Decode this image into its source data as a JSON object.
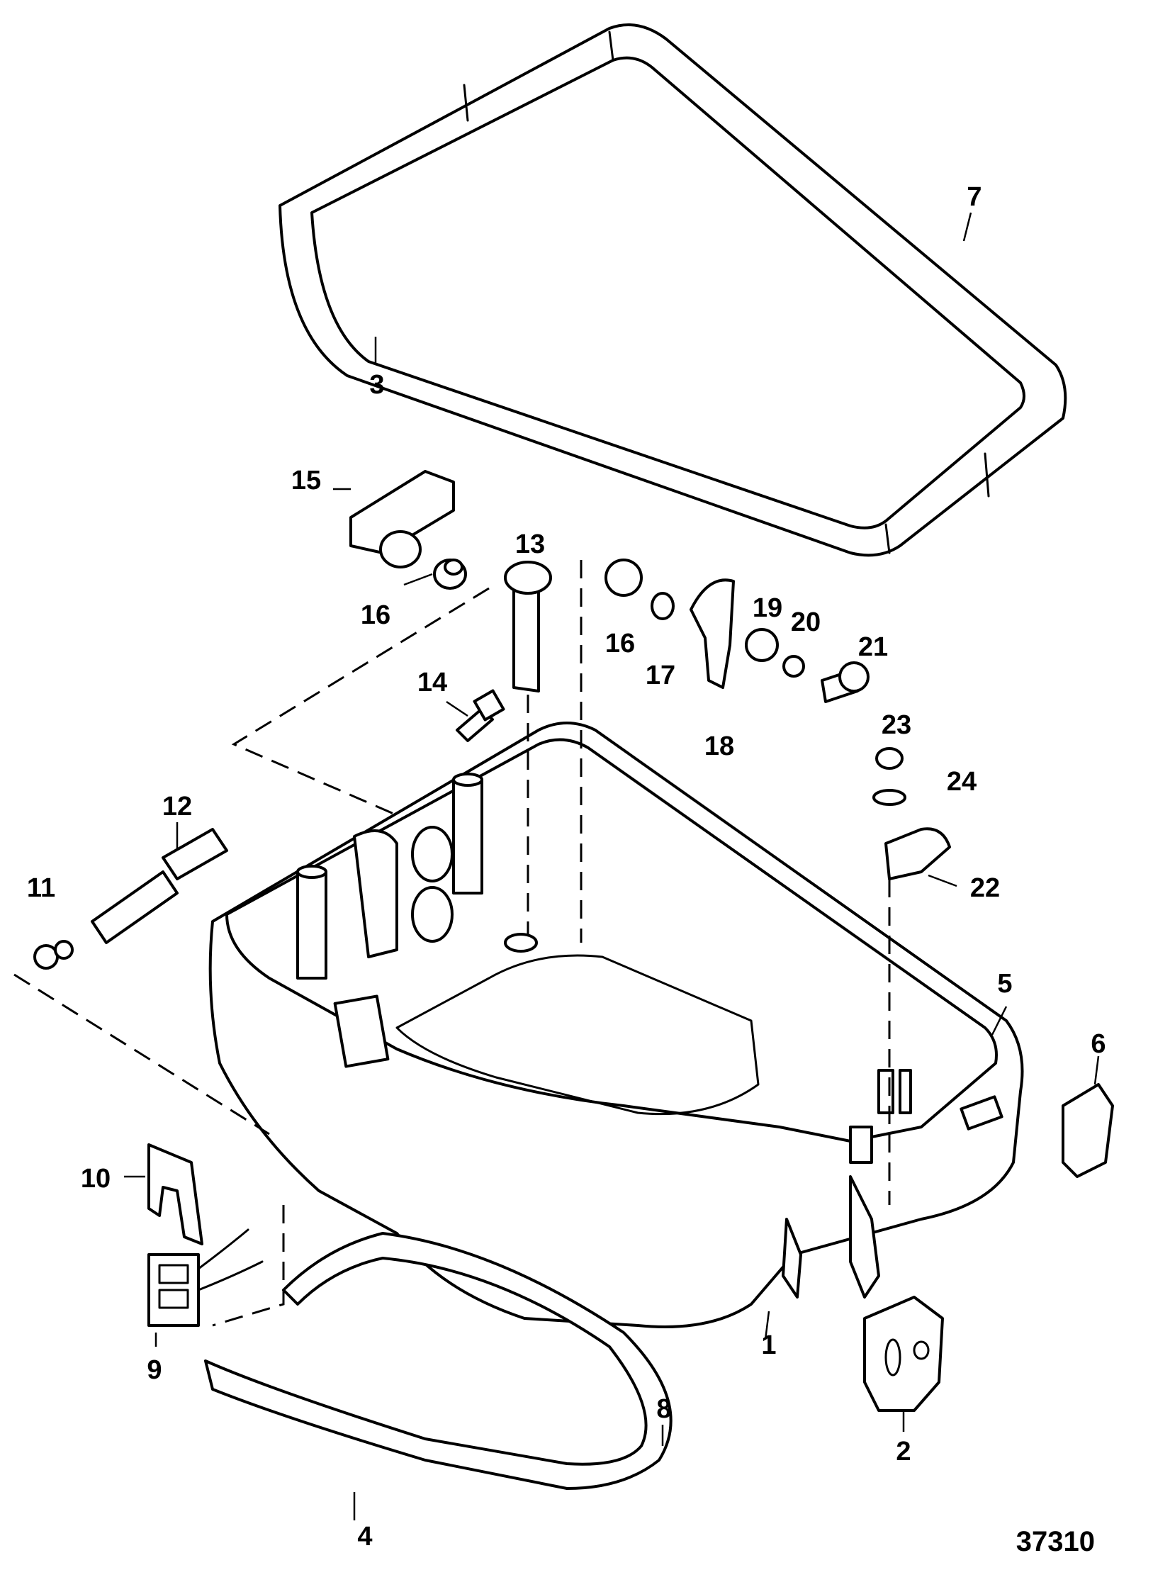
{
  "diagram": {
    "figure_number": "37310",
    "callouts": {
      "c1": "1",
      "c2": "2",
      "c3": "3",
      "c4": "4",
      "c5": "5",
      "c6": "6",
      "c7": "7",
      "c8": "8",
      "c9": "9",
      "c10": "10",
      "c11": "11",
      "c12": "12",
      "c13": "13",
      "c14": "14",
      "c15": "15",
      "c16a": "16",
      "c16b": "16",
      "c17": "17",
      "c18": "18",
      "c19": "19",
      "c20": "20",
      "c21": "21",
      "c22": "22",
      "c23": "23",
      "c24": "24"
    }
  }
}
